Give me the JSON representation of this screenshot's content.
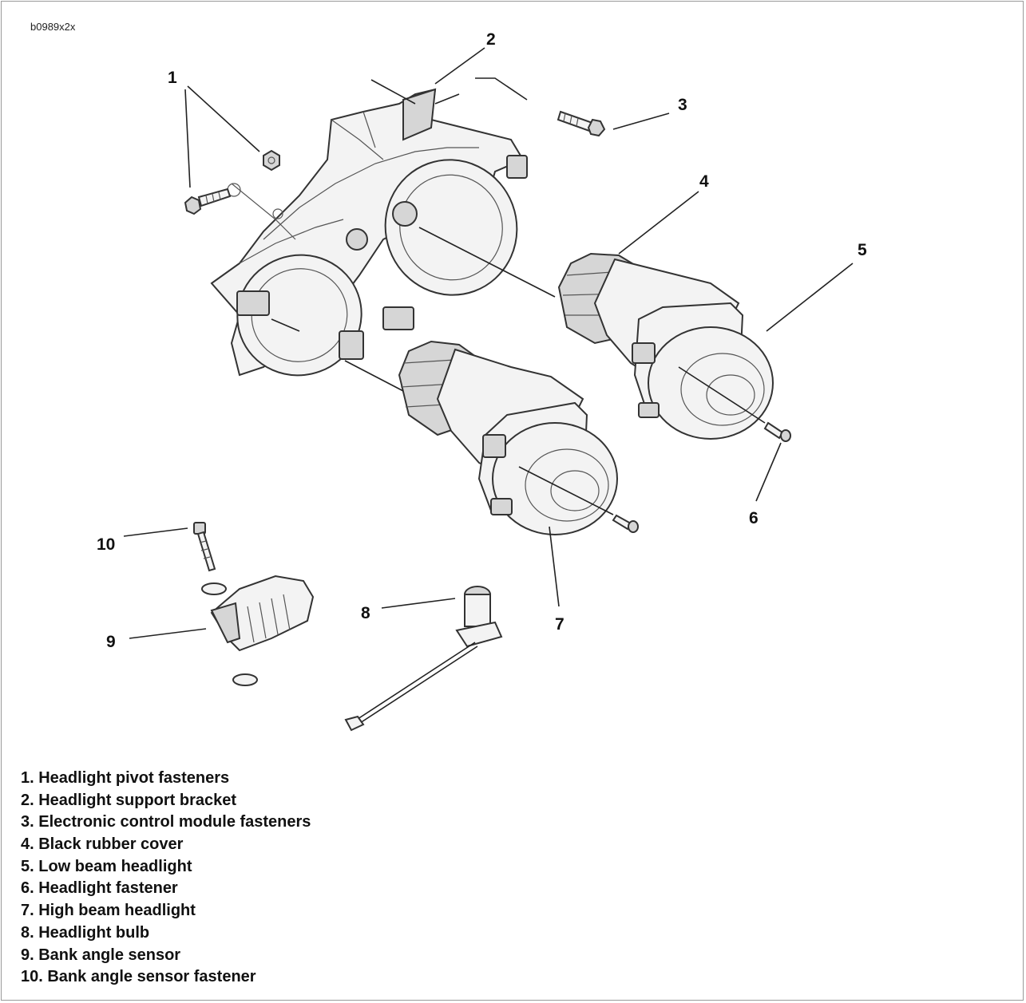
{
  "figure_id": "b0989x2x",
  "callouts": [
    "1",
    "2",
    "3",
    "4",
    "5",
    "6",
    "7",
    "8",
    "9",
    "10"
  ],
  "legend": [
    "1. Headlight pivot fasteners",
    "2. Headlight support bracket",
    "3. Electronic control module fasteners",
    "4. Black rubber cover",
    "5. Low beam headlight",
    "6. Headlight fastener",
    "7. High beam headlight",
    "8. Headlight bulb",
    "9. Bank angle sensor",
    "10. Bank angle sensor fastener"
  ]
}
